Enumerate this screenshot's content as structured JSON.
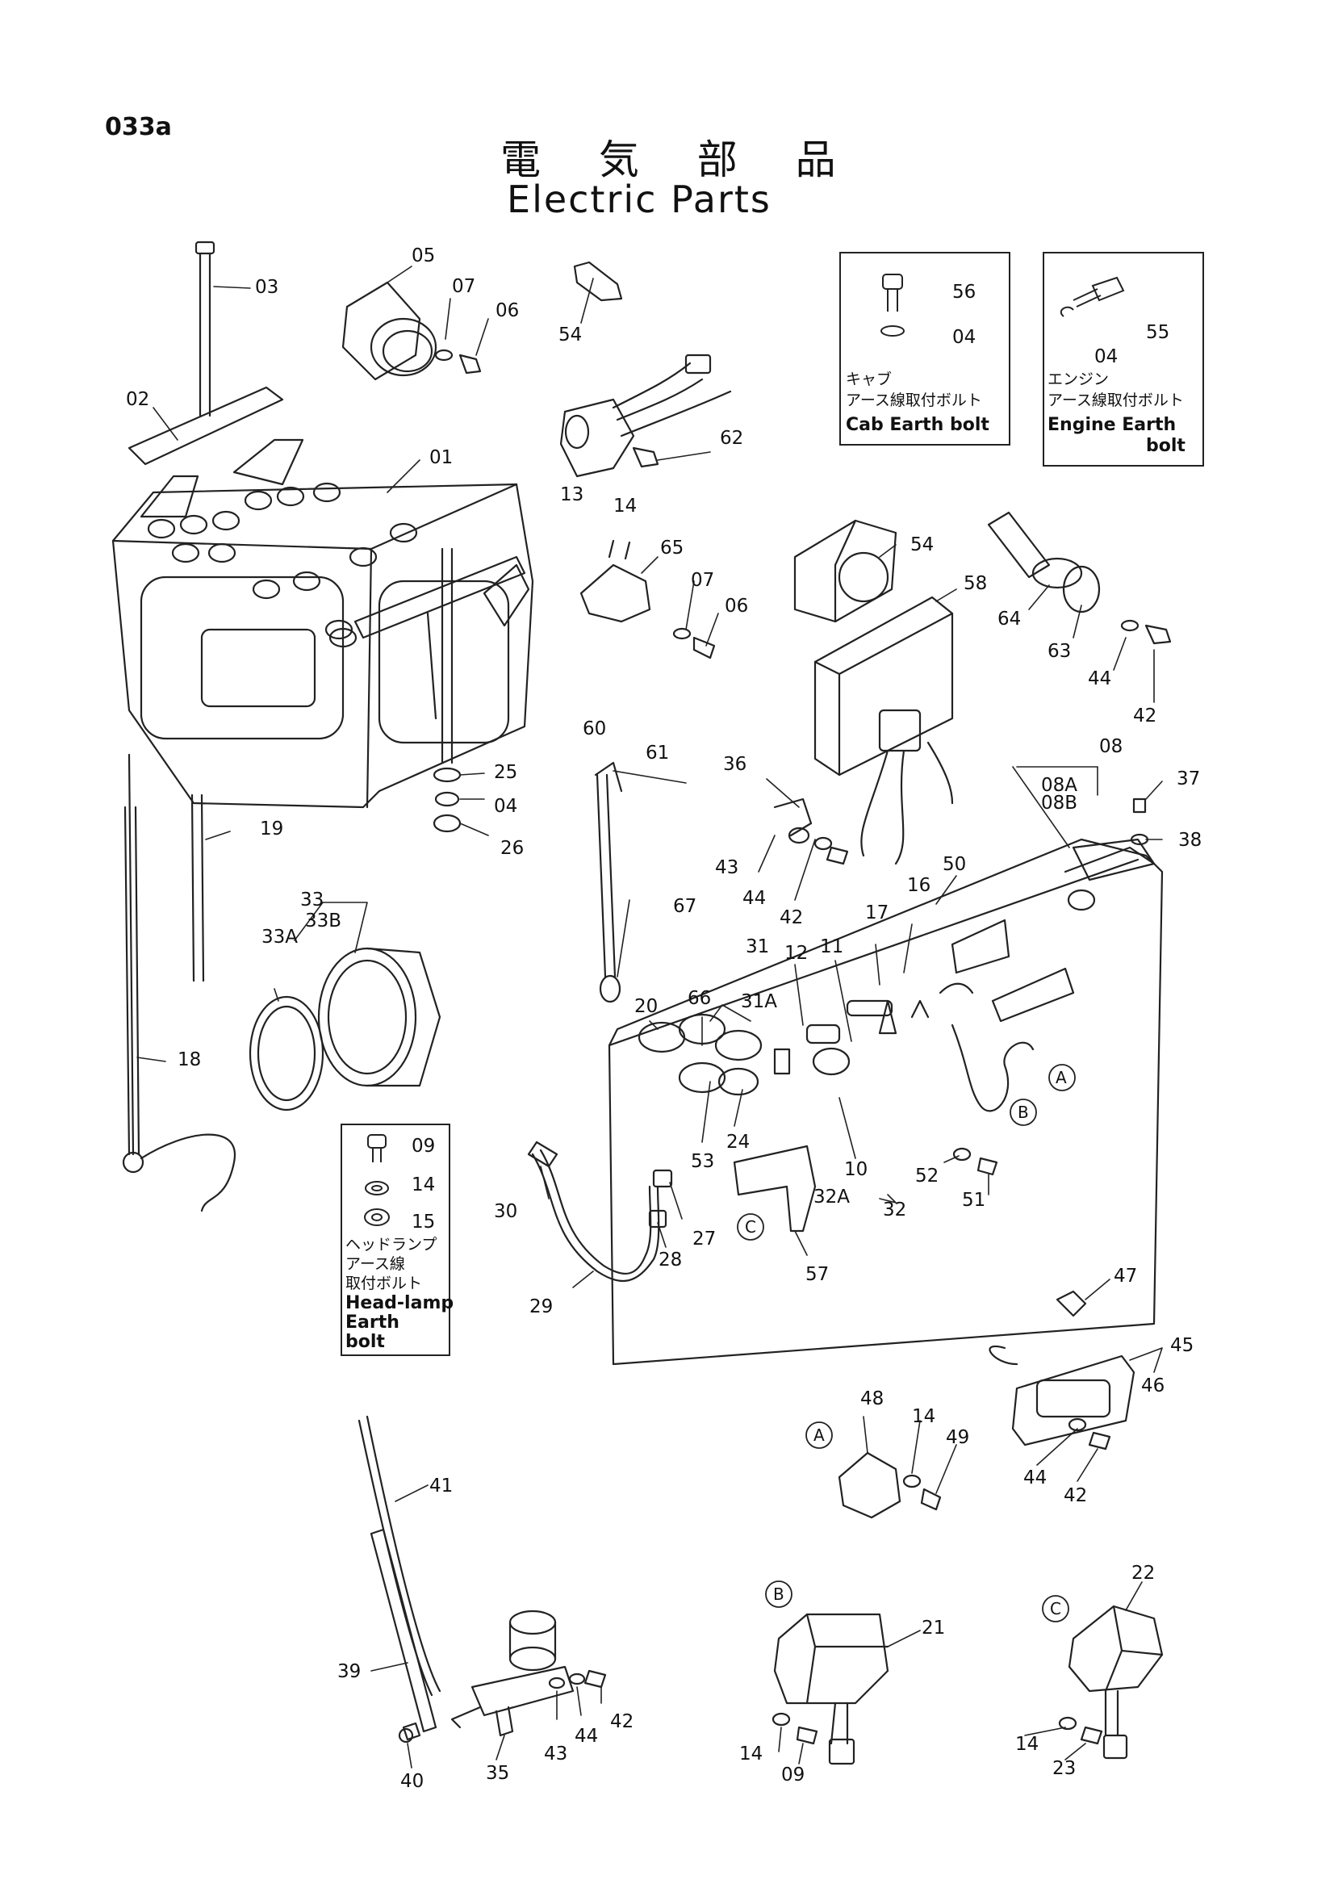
{
  "page_number": "033a",
  "title_jp": "電 気 部 品",
  "title_en": "Electric Parts",
  "callouts": [
    {
      "id": "c03",
      "text": "03"
    },
    {
      "id": "c05",
      "text": "05"
    },
    {
      "id": "c07a",
      "text": "07"
    },
    {
      "id": "c06a",
      "text": "06"
    },
    {
      "id": "c02",
      "text": "02"
    },
    {
      "id": "c01",
      "text": "01"
    },
    {
      "id": "c54a",
      "text": "54"
    },
    {
      "id": "c62",
      "text": "62"
    },
    {
      "id": "c13",
      "text": "13"
    },
    {
      "id": "c14a",
      "text": "14"
    },
    {
      "id": "c65",
      "text": "65"
    },
    {
      "id": "c07b",
      "text": "07"
    },
    {
      "id": "c06b",
      "text": "06"
    },
    {
      "id": "c54b",
      "text": "54"
    },
    {
      "id": "c58",
      "text": "58"
    },
    {
      "id": "c64",
      "text": "64"
    },
    {
      "id": "c63",
      "text": "63"
    },
    {
      "id": "c44a",
      "text": "44"
    },
    {
      "id": "c42a",
      "text": "42"
    },
    {
      "id": "c08",
      "text": "08"
    },
    {
      "id": "c08A",
      "text": "08A"
    },
    {
      "id": "c08B",
      "text": "08B"
    },
    {
      "id": "c37",
      "text": "37"
    },
    {
      "id": "c38",
      "text": "38"
    },
    {
      "id": "c25",
      "text": "25"
    },
    {
      "id": "c04a",
      "text": "04"
    },
    {
      "id": "c26",
      "text": "26"
    },
    {
      "id": "c60",
      "text": "60"
    },
    {
      "id": "c61",
      "text": "61"
    },
    {
      "id": "c36",
      "text": "36"
    },
    {
      "id": "c43a",
      "text": "43"
    },
    {
      "id": "c44b",
      "text": "44"
    },
    {
      "id": "c42b",
      "text": "42"
    },
    {
      "id": "c50",
      "text": "50"
    },
    {
      "id": "c16",
      "text": "16"
    },
    {
      "id": "c17",
      "text": "17"
    },
    {
      "id": "c19",
      "text": "19"
    },
    {
      "id": "c33",
      "text": "33"
    },
    {
      "id": "c33B",
      "text": "33B"
    },
    {
      "id": "c33A",
      "text": "33A"
    },
    {
      "id": "c67",
      "text": "67"
    },
    {
      "id": "c31",
      "text": "31"
    },
    {
      "id": "c31A",
      "text": "31A"
    },
    {
      "id": "c12",
      "text": "12"
    },
    {
      "id": "c11",
      "text": "11"
    },
    {
      "id": "c20",
      "text": "20"
    },
    {
      "id": "c66",
      "text": "66"
    },
    {
      "id": "c18",
      "text": "18"
    },
    {
      "id": "c24",
      "text": "24"
    },
    {
      "id": "c53",
      "text": "53"
    },
    {
      "id": "c10",
      "text": "10"
    },
    {
      "id": "c32A",
      "text": "32A"
    },
    {
      "id": "c32",
      "text": "32"
    },
    {
      "id": "c52",
      "text": "52"
    },
    {
      "id": "c51",
      "text": "51"
    },
    {
      "id": "c30",
      "text": "30"
    },
    {
      "id": "c27",
      "text": "27"
    },
    {
      "id": "c28",
      "text": "28"
    },
    {
      "id": "c57",
      "text": "57"
    },
    {
      "id": "c29",
      "text": "29"
    },
    {
      "id": "c47",
      "text": "47"
    },
    {
      "id": "c45",
      "text": "45"
    },
    {
      "id": "c46",
      "text": "46"
    },
    {
      "id": "c48",
      "text": "48"
    },
    {
      "id": "c14b",
      "text": "14"
    },
    {
      "id": "c49",
      "text": "49"
    },
    {
      "id": "c44c",
      "text": "44"
    },
    {
      "id": "c42c",
      "text": "42"
    },
    {
      "id": "c41",
      "text": "41"
    },
    {
      "id": "c22",
      "text": "22"
    },
    {
      "id": "c21",
      "text": "21"
    },
    {
      "id": "c39",
      "text": "39"
    },
    {
      "id": "c42d",
      "text": "42"
    },
    {
      "id": "c43b",
      "text": "43"
    },
    {
      "id": "c44d",
      "text": "44"
    },
    {
      "id": "c40",
      "text": "40"
    },
    {
      "id": "c35",
      "text": "35"
    },
    {
      "id": "c14c",
      "text": "14"
    },
    {
      "id": "c09a",
      "text": "09"
    },
    {
      "id": "c14d",
      "text": "14"
    },
    {
      "id": "c23",
      "text": "23"
    }
  ],
  "ref_markers": [
    {
      "id": "mA1",
      "text": "A"
    },
    {
      "id": "mB1",
      "text": "B"
    },
    {
      "id": "mC1",
      "text": "C"
    },
    {
      "id": "mA2",
      "text": "A"
    },
    {
      "id": "mB2",
      "text": "B"
    },
    {
      "id": "mC2",
      "text": "C"
    }
  ],
  "boxes": {
    "cab_earth": {
      "part1": "56",
      "part2": "04",
      "jp1": "キャブ",
      "jp2": "アース線取付ボルト",
      "en": "Cab Earth bolt"
    },
    "engine_earth": {
      "part1": "55",
      "part2": "04",
      "jp1": "エンジン",
      "jp2": "アース線取付ボルト",
      "en1": "Engine Earth",
      "en2": "bolt"
    },
    "headlamp_earth": {
      "part1": "09",
      "part2": "14",
      "part3": "15",
      "jp1": "ヘッドランプ",
      "jp2": "アース線",
      "jp3": "取付ボルト",
      "en1": "Head-lamp",
      "en2": "Earth",
      "en3": "bolt"
    }
  }
}
